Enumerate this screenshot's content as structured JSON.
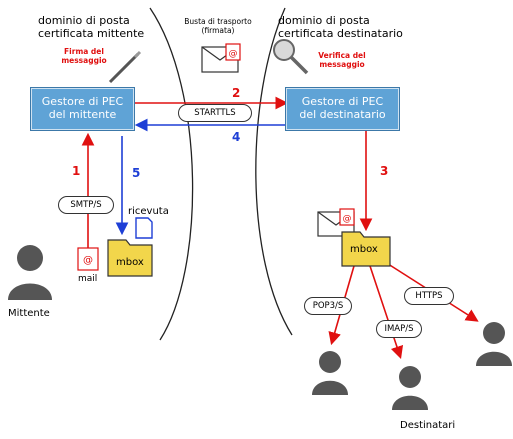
{
  "sender_domain": {
    "line1": "dominio di posta",
    "line2": "certificata mittente"
  },
  "recipient_domain": {
    "line1": "dominio di posta",
    "line2": "certificata destinatario"
  },
  "transport_envelope": {
    "line1": "Busta di trasporto",
    "line2": "(firmata)"
  },
  "signature_note": {
    "line1": "Firma del",
    "line2": "messaggio"
  },
  "verification_note": {
    "line1": "Verifica del",
    "line2": "messaggio"
  },
  "sender_server": {
    "line1": "Gestore di PEC",
    "line2": "del mittente"
  },
  "recipient_server": {
    "line1": "Gestore di PEC",
    "line2": "del destinatario"
  },
  "protocols": {
    "starttls": "STARTTLS",
    "smtps": "SMTP/S",
    "pop3s": "POP3/S",
    "imaps": "IMAP/S",
    "https": "HTTPS"
  },
  "steps": {
    "s1": "1",
    "s2": "2",
    "s3": "3",
    "s4": "4",
    "s5": "5"
  },
  "labels": {
    "receipt": "ricevuta",
    "mail": "mail",
    "mbox_sender": "mbox",
    "mbox_recipient": "mbox",
    "sender": "Mittente",
    "recipients": "Destinatari"
  },
  "colors": {
    "server_fill": "#5fa3d6",
    "red_arrow": "#e01010",
    "blue_arrow": "#1e3fd6",
    "folder": "#f2d64b"
  }
}
